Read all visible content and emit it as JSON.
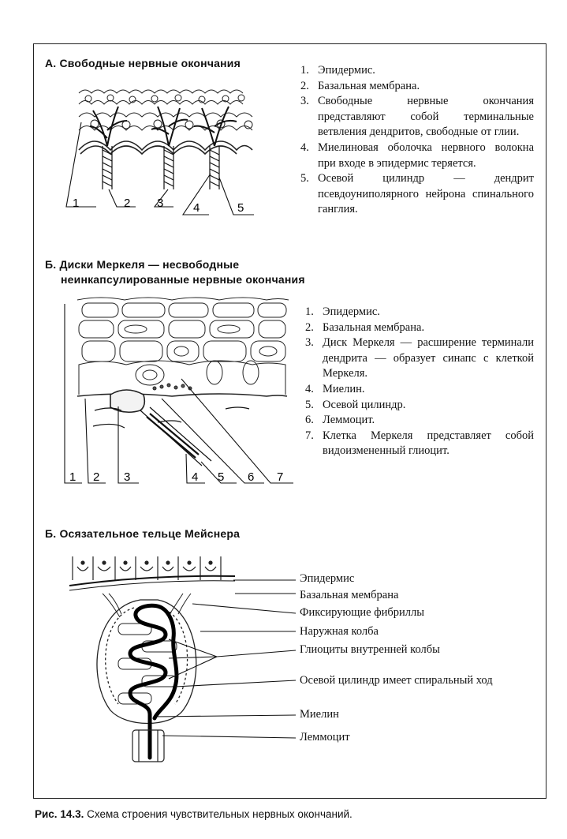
{
  "section_a": {
    "title": "А. Свободные нервные окончания",
    "numbers": [
      "1",
      "2",
      "3",
      "4",
      "5"
    ],
    "legend": [
      {
        "num": "1.",
        "text": "Эпидермис."
      },
      {
        "num": "2.",
        "text": "Базальная мембрана."
      },
      {
        "num": "3.",
        "text": "Свободные нервные окончания представляют собой терминальные ветвления дендритов, свободные от глии."
      },
      {
        "num": "4.",
        "text": "Миелиновая оболочка нервного волокна при входе в эпидермис теряется."
      },
      {
        "num": "5.",
        "text": "Осевой цилиндр — дендрит псевдоуниполярного нейрона спинального ганглия."
      }
    ]
  },
  "section_b": {
    "title_line1": "Б. Диски Меркеля — несвободные",
    "title_line2": "неинкапсулированные нервные окончания",
    "numbers": [
      "1",
      "2",
      "3",
      "4",
      "5",
      "6",
      "7"
    ],
    "legend": [
      {
        "num": "1.",
        "text": "Эпидермис."
      },
      {
        "num": "2.",
        "text": "Базальная мембрана."
      },
      {
        "num": "3.",
        "text": "Диск Меркеля — расширение терминали дендрита — образует синапс с клеткой Меркеля."
      },
      {
        "num": "4.",
        "text": "Миелин."
      },
      {
        "num": "5.",
        "text": "Осевой цилиндр."
      },
      {
        "num": "6.",
        "text": "Леммоцит."
      },
      {
        "num": "7.",
        "text": "Клетка Меркеля представляет собой видоизмененный глиоцит."
      }
    ]
  },
  "section_c": {
    "title": "Б. Осязательное тельце Мейснера",
    "labels": [
      "Эпидермис",
      "Базальная мембрана",
      "Фиксирующие фибриллы",
      "Наружная колба",
      "Глиоциты внутренней колбы",
      "Осевой цилиндр имеет спиральный ход",
      "Миелин",
      "Леммоцит"
    ]
  },
  "caption": {
    "prefix": "Рис. 14.3.",
    "text": "Схема строения чувствительных нервных окончаний."
  }
}
